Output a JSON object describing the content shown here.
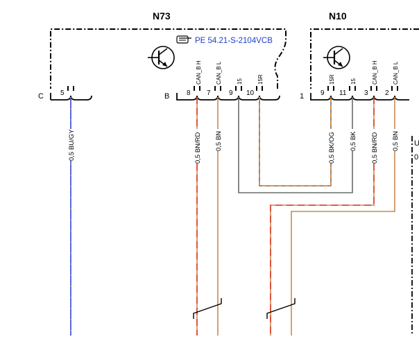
{
  "modules": {
    "n73": {
      "title": "N73",
      "reference": "PE 54.21-S-2104VCB",
      "reference_icon": "pointing-hand-icon"
    },
    "n10": {
      "title": "N10"
    }
  },
  "connectors": {
    "c": "C",
    "b": "B",
    "one": "1"
  },
  "pins": {
    "c5": "5",
    "b8": "8",
    "b7": "7",
    "b9": "9",
    "b10": "10",
    "n10_9": "9",
    "n10_11": "11",
    "n10_3": "3",
    "n10_2": "2"
  },
  "signals": {
    "can_bh": "CAN_B H",
    "can_bl": "CAN_B L",
    "s15": "15",
    "s15r": "15R"
  },
  "wires": {
    "c5": "0,5 BU/GY",
    "b8": "0,5 BN/RD",
    "b7": "0,5 BN",
    "n10_9": "0,5 BK/OG",
    "n10_11": "0,5 BK",
    "n10_3": "0,5 BN/RD",
    "n10_2": "0,5 BN"
  },
  "edge_text": {
    "u": "U",
    "zero": "0"
  },
  "colors": {
    "blue": "#2f3fd6",
    "red": "#e03a2a",
    "brown": "#c9894e",
    "orange": "#f08a24",
    "gray": "#6b6b6b",
    "reference_blue": "#1f3ec9"
  }
}
